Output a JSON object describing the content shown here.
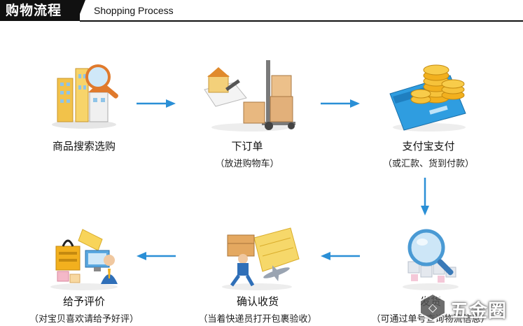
{
  "header": {
    "title_cn": "购物流程",
    "title_en": "Shopping Process"
  },
  "steps": [
    {
      "title": "商品搜索选购",
      "subtitle": "",
      "icon": "product-search-icon"
    },
    {
      "title": "下订单",
      "subtitle": "（放进购物车）",
      "icon": "place-order-icon"
    },
    {
      "title": "支付宝支付",
      "subtitle": "（或汇款、货到付款）",
      "icon": "alipay-payment-icon"
    },
    {
      "title": "发货",
      "subtitle": "（可通过单号查询物流信息）",
      "icon": "shipping-search-icon"
    },
    {
      "title": "确认收货",
      "subtitle": "（当着快递员打开包裹验收）",
      "icon": "courier-delivery-icon"
    },
    {
      "title": "给予评价",
      "subtitle": "（对宝贝喜欢请给予好评）",
      "icon": "customer-review-icon"
    }
  ],
  "watermark": {
    "text": "五金圈",
    "icon": "watermark-logo-icon"
  },
  "colors": {
    "arrow": "#2a8fd6",
    "header_bg": "#111111",
    "accent_gold": "#f2b01e"
  }
}
